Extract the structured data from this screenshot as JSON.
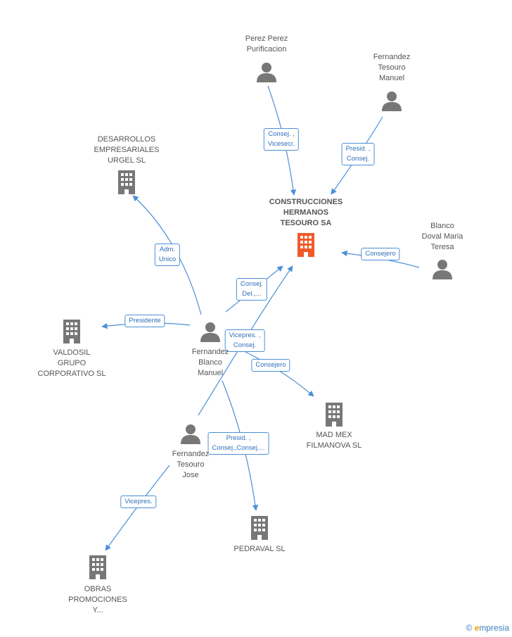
{
  "colors": {
    "edge": "#4a8fd8",
    "node": "#777777",
    "main_node": "#f05a28"
  },
  "nodes": [
    {
      "id": "construcciones",
      "type": "company",
      "main": true,
      "label": "CONSTRUCCIONES\nHERMANOS\nTESOURO SA"
    },
    {
      "id": "perez",
      "type": "person",
      "label": "Perez Perez\nPurificacion"
    },
    {
      "id": "fernandez_manuel",
      "type": "person",
      "label": "Fernandez\nTesouro\nManuel"
    },
    {
      "id": "blanco_doval",
      "type": "person",
      "label": "Blanco\nDoval Maria\nTeresa"
    },
    {
      "id": "desarrollos",
      "type": "company",
      "label": "DESARROLLOS\nEMPRESARIALES\nURGEL SL"
    },
    {
      "id": "valdosil",
      "type": "company",
      "label": "VALDOSIL\nGRUPO\nCORPORATIVO SL"
    },
    {
      "id": "fernandez_blanco",
      "type": "person",
      "label": "Fernandez\nBlanco\nManuel"
    },
    {
      "id": "madmex",
      "type": "company",
      "label": "MAD MEX\nFILMANOVA  SL"
    },
    {
      "id": "fernandez_jose",
      "type": "person",
      "label": "Fernandez\nTesouro\nJose"
    },
    {
      "id": "pedraval",
      "type": "company",
      "label": "PEDRAVAL SL"
    },
    {
      "id": "obras",
      "type": "company",
      "label": "OBRAS\nPROMOCIONES\nY..."
    }
  ],
  "edges": [
    {
      "from": "perez",
      "to": "construcciones",
      "label": "Consej. ,\nVicesecr."
    },
    {
      "from": "fernandez_manuel",
      "to": "construcciones",
      "label": "Presid. ,\nConsej."
    },
    {
      "from": "blanco_doval",
      "to": "construcciones",
      "label": "Consejero"
    },
    {
      "from": "fernandez_blanco",
      "to": "desarrollos",
      "label": "Adm.\nUnico"
    },
    {
      "from": "fernandez_blanco",
      "to": "construcciones",
      "label": "Consej.\nDel.,..."
    },
    {
      "from": "fernandez_blanco",
      "to": "valdosil",
      "label": "Presidente"
    },
    {
      "from": "fernandez_jose",
      "to": "construcciones",
      "label": "Vicepres. ,\nConsej."
    },
    {
      "from": "fernandez_blanco",
      "to": "madmex",
      "label": "Consejero"
    },
    {
      "from": "fernandez_blanco",
      "to": "pedraval",
      "label": "Presid. ,\nConsej.,Consej...."
    },
    {
      "from": "fernandez_jose",
      "to": "obras",
      "label": "Vicepres."
    }
  ],
  "watermark": {
    "symbol": "©",
    "brand_initial": "e",
    "brand_rest": "mpresia"
  }
}
